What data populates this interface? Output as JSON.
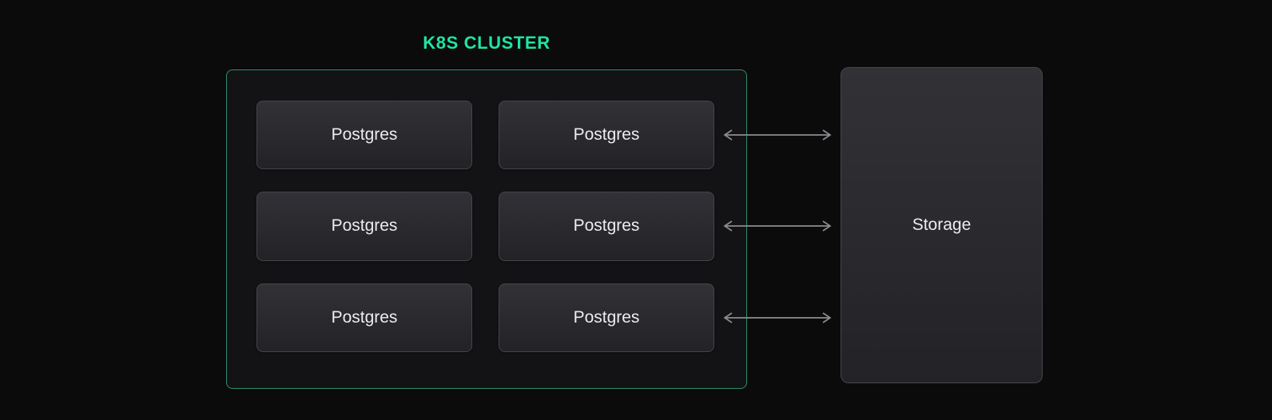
{
  "colors": {
    "bg": "#0B0B0C",
    "accent-green": "#1FE5A1",
    "cluster-border": "#2E8E6B",
    "cluster-fill": "#131315",
    "node-fill-top": "#313136",
    "node-fill-bottom": "#232327",
    "node-border": "#45454A",
    "node-text": "#EDEDEF",
    "arrow": "#8C8C92"
  },
  "diagram": {
    "cluster": {
      "title": "K8S CLUSTER",
      "nodes": [
        {
          "label": "Postgres"
        },
        {
          "label": "Postgres"
        },
        {
          "label": "Postgres"
        },
        {
          "label": "Postgres"
        },
        {
          "label": "Postgres"
        },
        {
          "label": "Postgres"
        }
      ]
    },
    "storage": {
      "label": "Storage"
    },
    "connections": {
      "type": "bidirectional-arrow",
      "count": 3,
      "from": "Postgres (right column)",
      "to": "Storage"
    }
  }
}
